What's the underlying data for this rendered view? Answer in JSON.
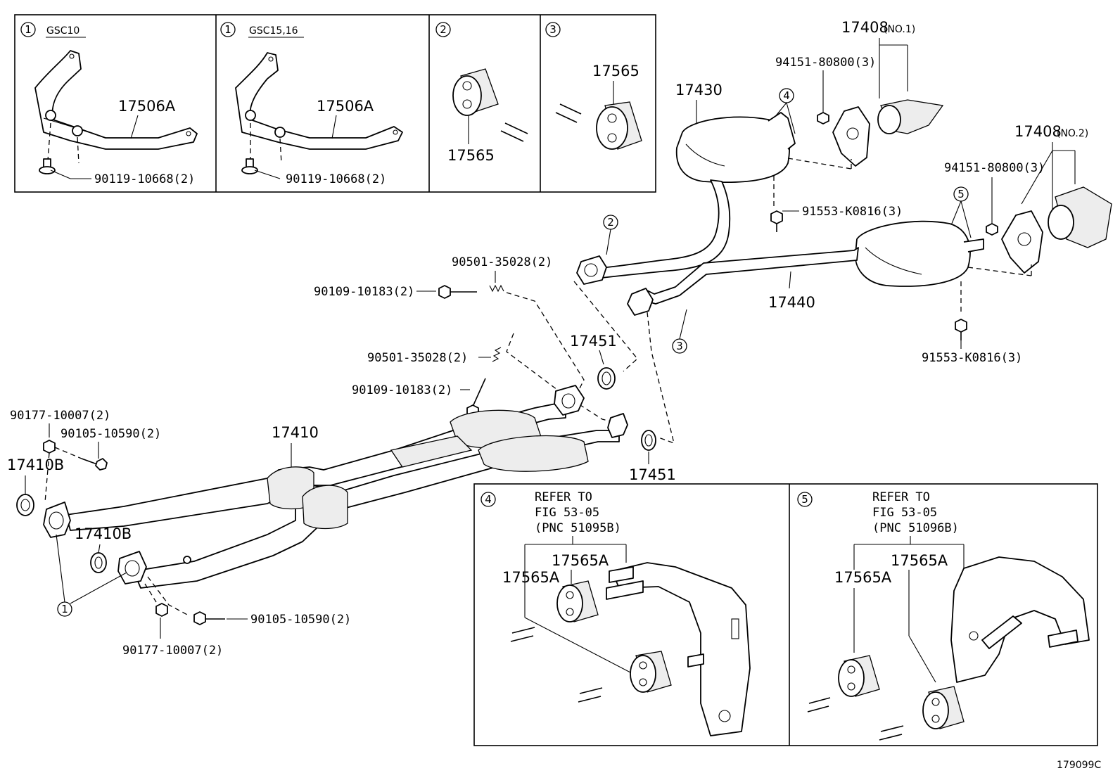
{
  "figure_id": "179099C",
  "inset_panels": {
    "p1a": {
      "marker": "1",
      "variant": "GSC10",
      "part": "17506A",
      "bolt": "90119-10668(2)"
    },
    "p1b": {
      "marker": "1",
      "variant": "GSC15,16",
      "part": "17506A",
      "bolt": "90119-10668(2)"
    },
    "p2": {
      "marker": "2",
      "part": "17565"
    },
    "p3": {
      "marker": "3",
      "part": "17565"
    },
    "p4": {
      "marker": "4",
      "refer_line1": "REFER TO",
      "refer_line2": "FIG 53-05",
      "refer_line3": "(PNC 51095B)",
      "part_a": "17565A",
      "part_b": "17565A"
    },
    "p5": {
      "marker": "5",
      "refer_line1": "REFER TO",
      "refer_line2": "FIG 53-05",
      "refer_line3": "(PNC 51096B)",
      "part_a": "17565A",
      "part_b": "17565A"
    }
  },
  "labels": {
    "bracket_no1": "17408",
    "bracket_no1_suffix": "(NO.1)",
    "nut_no1": "94151-80800(3)",
    "bracket_no2": "17408",
    "bracket_no2_suffix": "(NO.2)",
    "nut_no2": "94151-80800(3)",
    "muffler_upper": "17430",
    "muffler_lower": "17440",
    "bolt_upper": "91553-K0816(3)",
    "bolt_lower": "91553-K0816(3)",
    "spring_top": "90501-35028(2)",
    "bolt_top": "90109-10183(2)",
    "spring_mid": "90501-35028(2)",
    "bolt_mid": "90109-10183(2)",
    "gasket_upper": "17451",
    "gasket_lower": "17451",
    "front_pipe": "17410",
    "nut_left_top": "90177-10007(2)",
    "bolt_left_top": "90105-10590(2)",
    "gasket_left": "17410B",
    "gasket_left2": "17410B",
    "bolt_left_bottom": "90105-10590(2)",
    "nut_left_bottom": "90177-10007(2)"
  },
  "callouts": {
    "c1": "1",
    "c2": "2",
    "c3": "3",
    "c4": "4",
    "c5": "5"
  }
}
